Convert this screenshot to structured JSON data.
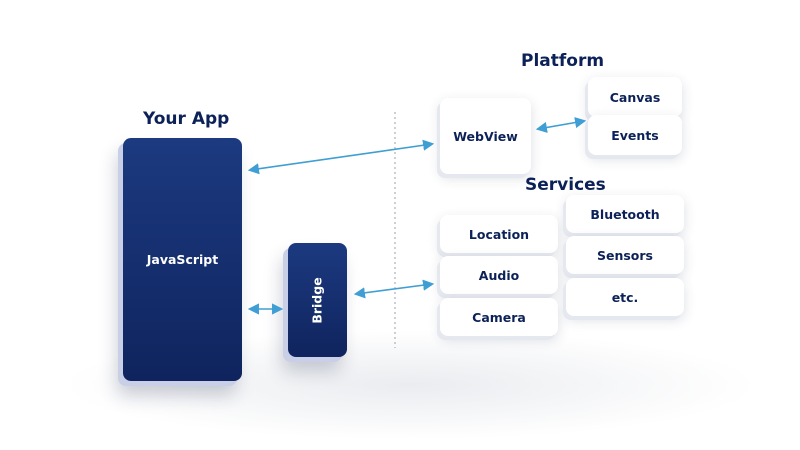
{
  "headings": {
    "your_app": "Your App",
    "platform": "Platform",
    "services": "Services"
  },
  "app": {
    "javascript": "JavaScript",
    "bridge": "Bridge"
  },
  "platform": {
    "webview": "WebView",
    "canvas": "Canvas",
    "events": "Events"
  },
  "services": {
    "location": "Location",
    "bluetooth": "Bluetooth",
    "audio": "Audio",
    "sensors": "Sensors",
    "camera": "Camera",
    "etc": "etc."
  },
  "colors": {
    "navy_box": "#12296a",
    "heading_text": "#0c2157",
    "arrow": "#3f9ed3"
  }
}
